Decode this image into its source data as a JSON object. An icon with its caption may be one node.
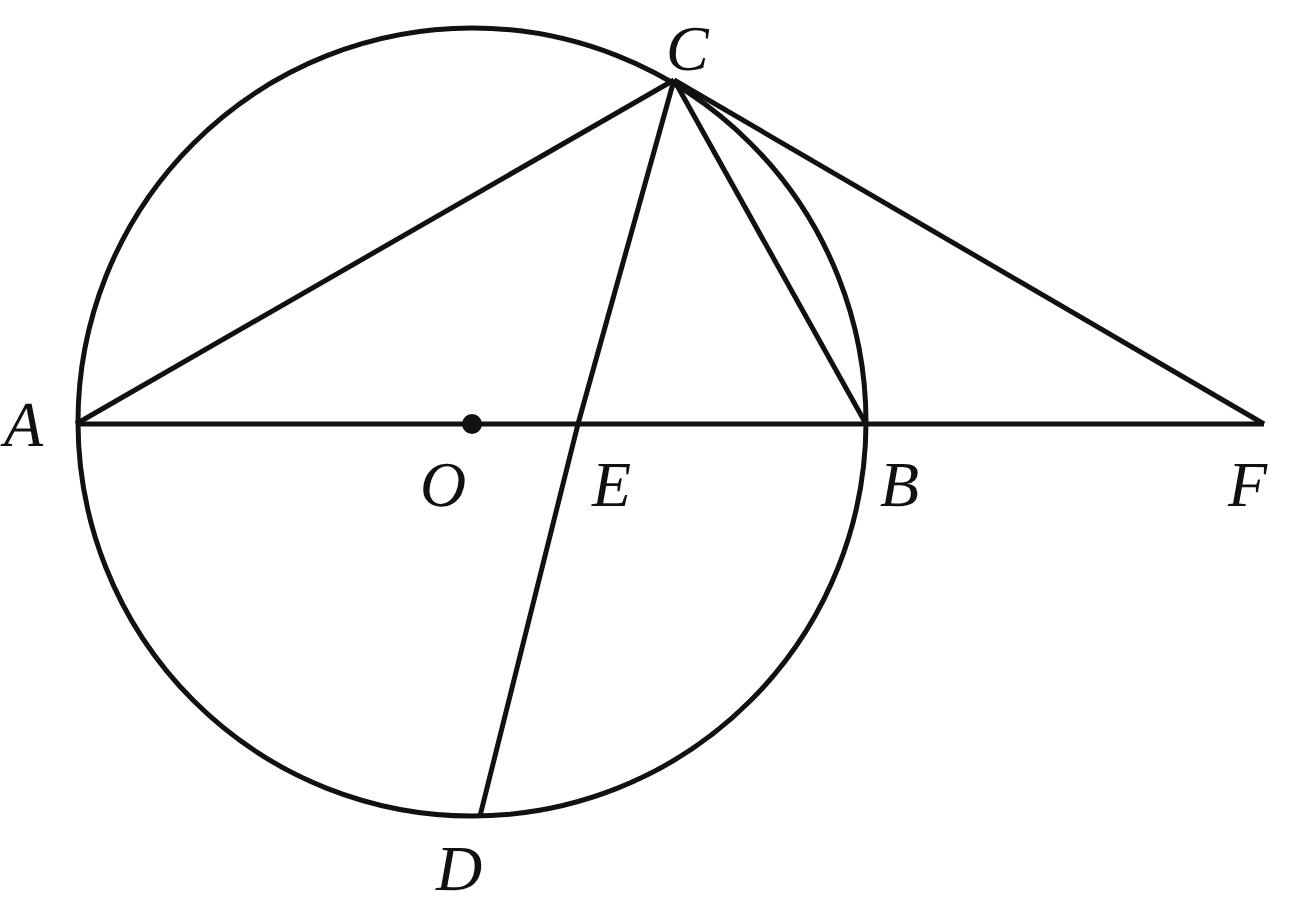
{
  "diagram": {
    "nodes": [
      {
        "text": [
          "A"
        ]
      },
      {
        "text": [
          "C"
        ]
      },
      {
        "text": [
          "O"
        ]
      },
      {
        "text": [
          "E"
        ]
      },
      {
        "text": [
          "B"
        ]
      },
      {
        "text": [
          "F"
        ]
      },
      {
        "text": [
          "D"
        ]
      }
    ],
    "edges": [
      {
        "from": 0,
        "to": 1,
        "arrow": "none"
      },
      {
        "from": 1,
        "to": 4,
        "arrow": "none"
      },
      {
        "from": 1,
        "to": 5,
        "arrow": "none"
      },
      {
        "from": 1,
        "to": 3,
        "arrow": "none"
      },
      {
        "from": 3,
        "to": 6,
        "arrow": "none"
      },
      {
        "from": 0,
        "to": 2,
        "arrow": "none"
      },
      {
        "from": 2,
        "to": 3,
        "arrow": "none"
      },
      {
        "from": 3,
        "to": 4,
        "arrow": "none"
      },
      {
        "from": 4,
        "to": 5,
        "arrow": "none"
      }
    ]
  }
}
